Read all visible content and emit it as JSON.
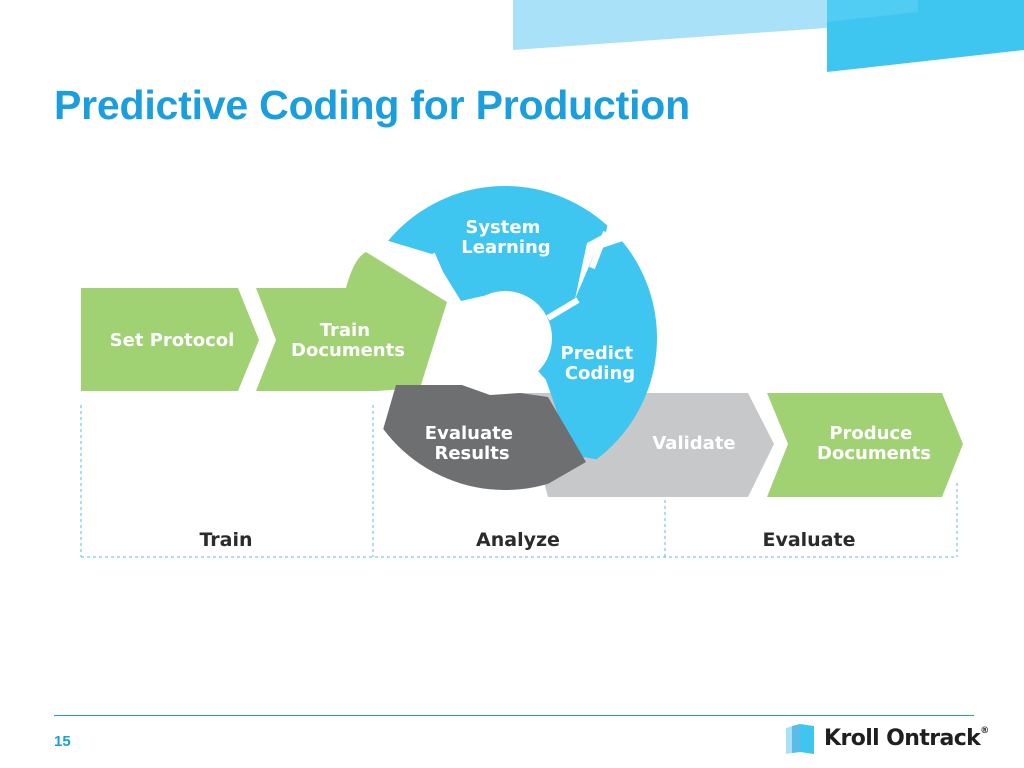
{
  "slide": {
    "title": "Predictive Coding for Production",
    "page_number": "15"
  },
  "steps": {
    "set_protocol": "Set Protocol",
    "train_documents": [
      "Train",
      "Documents"
    ],
    "system_learning": [
      "System",
      "Learning"
    ],
    "predict_coding": [
      "Predict",
      "Coding"
    ],
    "evaluate_results": [
      "Evaluate",
      "Results"
    ],
    "validate": "Validate",
    "produce_documents": [
      "Produce",
      "Documents"
    ]
  },
  "phases": [
    "Train",
    "Analyze",
    "Evaluate"
  ],
  "logo": {
    "name": "Kroll Ontrack",
    "mark": "®"
  },
  "colors": {
    "brand_blue": "#1a9fdc",
    "cycle_blue": "#3ec6f1",
    "green": "#a0d173",
    "dark_gray": "#6e6f71",
    "light_gray": "#c7c8ca",
    "phase_line": "#5bbbe6"
  }
}
